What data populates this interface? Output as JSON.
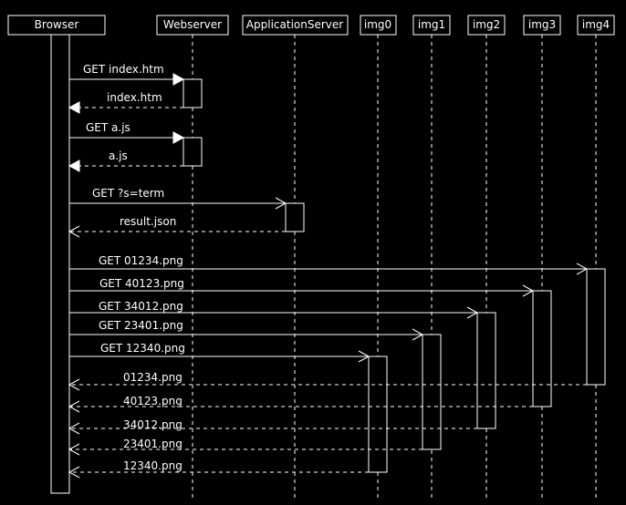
{
  "participants": [
    "Browser",
    "Webserver",
    "ApplicationServer",
    "img0",
    "img1",
    "img2",
    "img3",
    "img4"
  ],
  "messages": [
    {
      "label": "GET index.htm"
    },
    {
      "label": "index.htm"
    },
    {
      "label": "GET a.js"
    },
    {
      "label": "a.js"
    },
    {
      "label": "GET ?s=term"
    },
    {
      "label": "result.json"
    },
    {
      "label": "GET 01234.png"
    },
    {
      "label": "GET 40123.png"
    },
    {
      "label": "GET 34012.png"
    },
    {
      "label": "GET 23401.png"
    },
    {
      "label": "GET 12340.png"
    },
    {
      "label": "01234.png"
    },
    {
      "label": "40123.png"
    },
    {
      "label": "34012.png"
    },
    {
      "label": "23401.png"
    },
    {
      "label": "12340.png"
    }
  ]
}
